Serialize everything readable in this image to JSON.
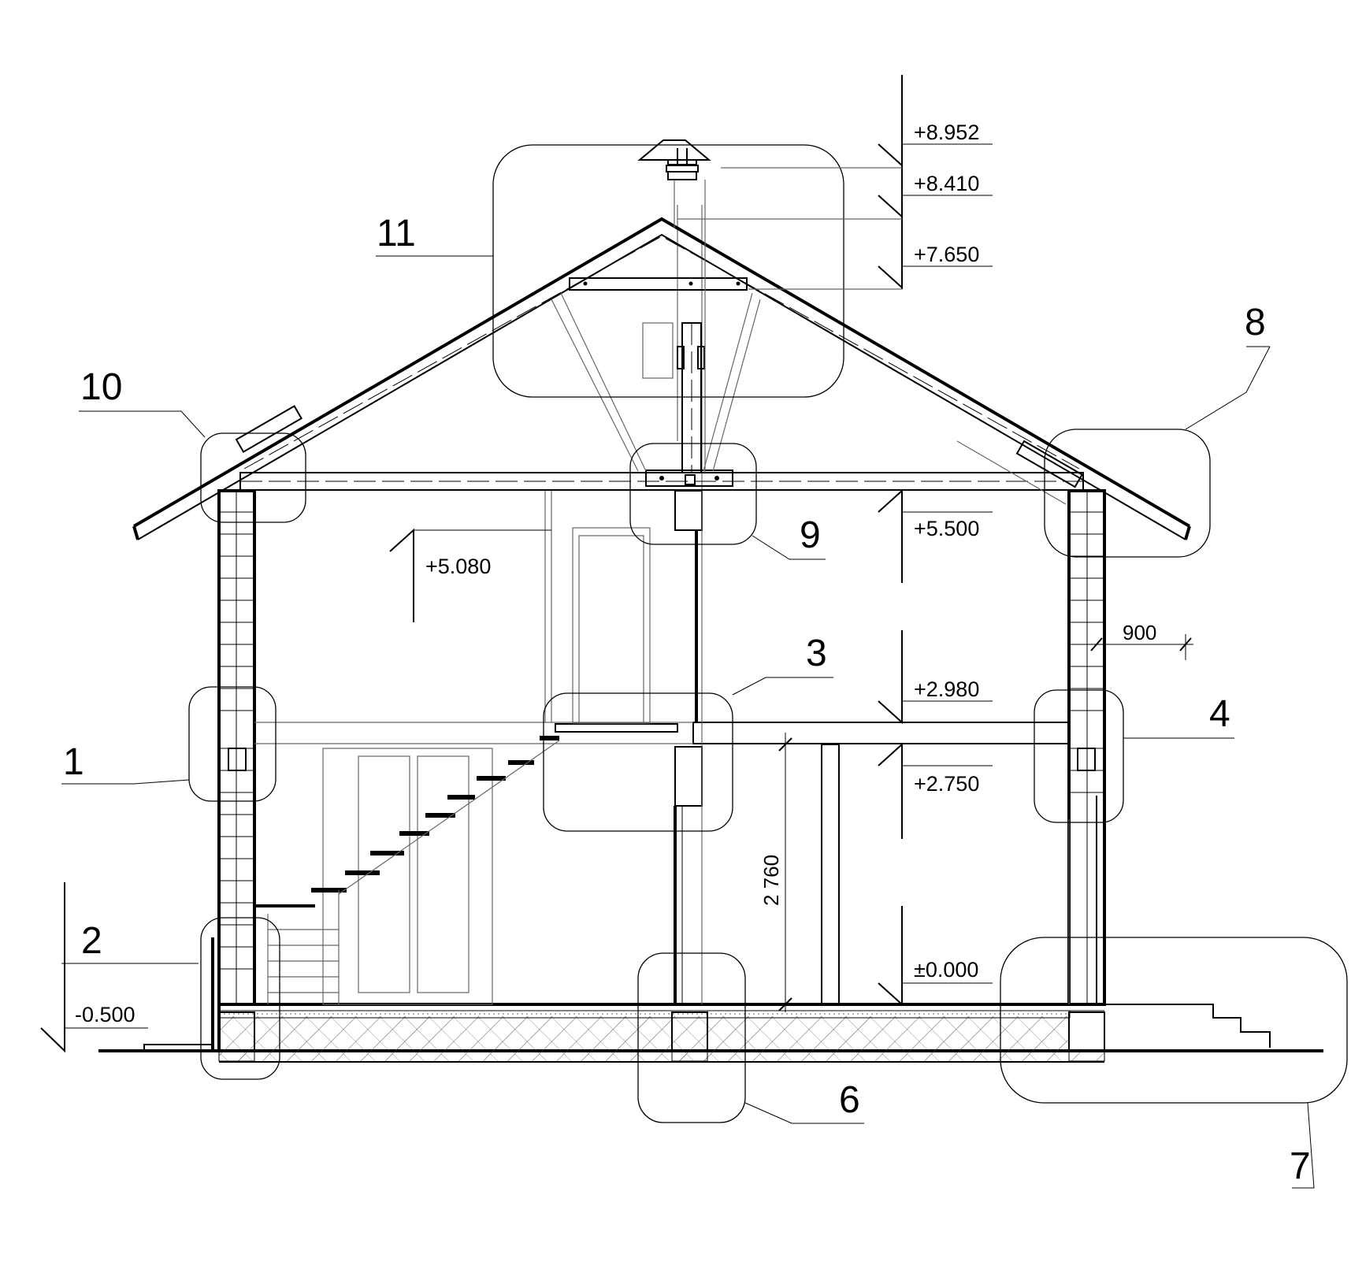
{
  "callouts": [
    {
      "id": "1",
      "label": "1"
    },
    {
      "id": "2",
      "label": "2"
    },
    {
      "id": "3",
      "label": "3"
    },
    {
      "id": "4",
      "label": "4"
    },
    {
      "id": "6",
      "label": "6"
    },
    {
      "id": "7",
      "label": "7"
    },
    {
      "id": "8",
      "label": "8"
    },
    {
      "id": "9",
      "label": "9"
    },
    {
      "id": "10",
      "label": "10"
    },
    {
      "id": "11",
      "label": "11"
    }
  ],
  "elevations": {
    "chimney_top": "+8.952",
    "chimney_cap": "+8.410",
    "ridge_tie": "+7.650",
    "attic_floor": "+5.500",
    "second_floor_ceiling": "+5.080",
    "second_floor": "+2.980",
    "first_floor_ceiling": "+2.750",
    "ground_floor": "±0.000",
    "outside_ground": "-0.500"
  },
  "dimensions": {
    "overhang": "900",
    "first_floor_height": "2 760"
  }
}
